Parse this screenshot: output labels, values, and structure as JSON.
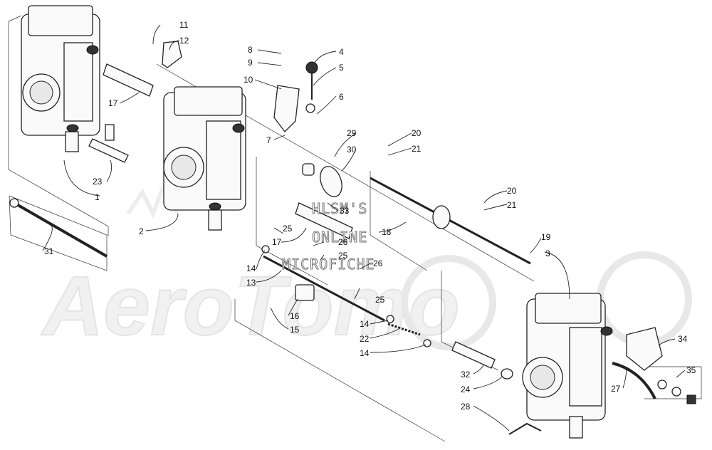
{
  "watermark": {
    "line1": "HLSM'S",
    "line2": "ONLINE",
    "line3": "MICROFICHE",
    "brand": "AeroTomo"
  },
  "callouts": [
    {
      "id": "c1",
      "text": "1"
    },
    {
      "id": "c2",
      "text": "2"
    },
    {
      "id": "c3",
      "text": "3"
    },
    {
      "id": "c4",
      "text": "4"
    },
    {
      "id": "c5",
      "text": "5"
    },
    {
      "id": "c6",
      "text": "6"
    },
    {
      "id": "c7",
      "text": "7"
    },
    {
      "id": "c8",
      "text": "8"
    },
    {
      "id": "c9",
      "text": "9"
    },
    {
      "id": "c10",
      "text": "10"
    },
    {
      "id": "c11",
      "text": "11"
    },
    {
      "id": "c12",
      "text": "12"
    },
    {
      "id": "c13",
      "text": "13"
    },
    {
      "id": "c14a",
      "text": "14"
    },
    {
      "id": "c14b",
      "text": "14"
    },
    {
      "id": "c14c",
      "text": "14"
    },
    {
      "id": "c15",
      "text": "15"
    },
    {
      "id": "c16",
      "text": "16"
    },
    {
      "id": "c17a",
      "text": "17"
    },
    {
      "id": "c17b",
      "text": "17"
    },
    {
      "id": "c18",
      "text": "18"
    },
    {
      "id": "c19",
      "text": "19"
    },
    {
      "id": "c20a",
      "text": "20"
    },
    {
      "id": "c20b",
      "text": "20"
    },
    {
      "id": "c21a",
      "text": "21"
    },
    {
      "id": "c21b",
      "text": "21"
    },
    {
      "id": "c22",
      "text": "22"
    },
    {
      "id": "c23",
      "text": "23"
    },
    {
      "id": "c24",
      "text": "24"
    },
    {
      "id": "c25a",
      "text": "25"
    },
    {
      "id": "c25b",
      "text": "25"
    },
    {
      "id": "c25c",
      "text": "25"
    },
    {
      "id": "c26a",
      "text": "26"
    },
    {
      "id": "c26b",
      "text": "26"
    },
    {
      "id": "c27",
      "text": "27"
    },
    {
      "id": "c28",
      "text": "28"
    },
    {
      "id": "c29",
      "text": "29"
    },
    {
      "id": "c30",
      "text": "30"
    },
    {
      "id": "c31",
      "text": "31"
    },
    {
      "id": "c32",
      "text": "32"
    },
    {
      "id": "c33",
      "text": "33"
    },
    {
      "id": "c34",
      "text": "34"
    },
    {
      "id": "c35",
      "text": "35"
    }
  ]
}
